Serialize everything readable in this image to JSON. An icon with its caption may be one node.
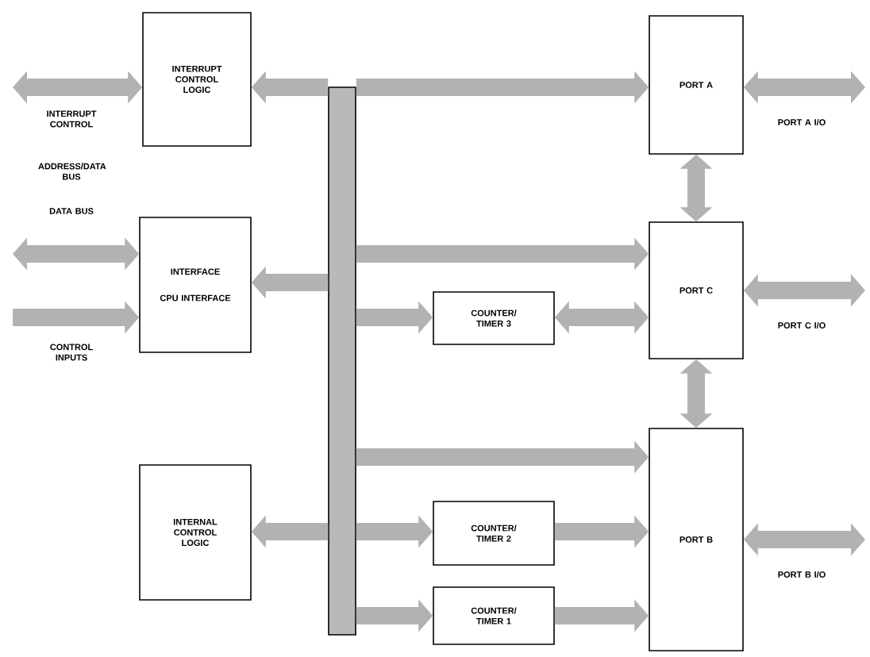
{
  "diagram": {
    "nodes": [
      {
        "text": [
          "INTERRUPT CONTROL LOGIC"
        ]
      },
      {
        "text": [
          "PORT A"
        ]
      },
      {
        "text": [
          "INTERFACE",
          "CPU INTERFACE"
        ]
      },
      {
        "text": [
          "PORT C"
        ]
      },
      {
        "text": [
          "COUNTER/ TIMER 3"
        ]
      },
      {
        "text": [
          "INTERNAL CONTROL LOGIC"
        ]
      },
      {
        "text": [
          "PORT B"
        ]
      },
      {
        "text": [
          "COUNTER/ TIMER 2"
        ]
      },
      {
        "text": [
          "COUNTER/ TIMER 1"
        ]
      },
      {
        "text": [],
        "shape": "bar"
      }
    ],
    "edges": [
      {
        "from": null,
        "to": 0,
        "arrow": "both",
        "label": "INTERRUPT CONTROL"
      },
      {
        "from": 9,
        "to": 0,
        "arrow": "to"
      },
      {
        "from": 9,
        "to": 1,
        "arrow": "to"
      },
      {
        "from": 1,
        "to": null,
        "arrow": "both",
        "label": "PORT A I/O"
      },
      {
        "from": 1,
        "to": 3,
        "arrow": "both"
      },
      {
        "from": null,
        "to": 2,
        "arrow": "both",
        "label": "DATA BUS"
      },
      {
        "from": null,
        "to": 2,
        "arrow": "to",
        "label": "CONTROL INPUTS"
      },
      {
        "from": 9,
        "to": 2,
        "arrow": "to"
      },
      {
        "from": 9,
        "to": 3,
        "arrow": "to"
      },
      {
        "from": 9,
        "to": 4,
        "arrow": "to"
      },
      {
        "from": 4,
        "to": 3,
        "arrow": "both"
      },
      {
        "from": 3,
        "to": null,
        "arrow": "both",
        "label": "PORT C I/O"
      },
      {
        "from": 3,
        "to": 6,
        "arrow": "both"
      },
      {
        "from": 9,
        "to": 6,
        "arrow": "to"
      },
      {
        "from": 9,
        "to": 5,
        "arrow": "to"
      },
      {
        "from": 9,
        "to": 7,
        "arrow": "to"
      },
      {
        "from": 7,
        "to": 6,
        "arrow": "to"
      },
      {
        "from": 9,
        "to": 8,
        "arrow": "to"
      },
      {
        "from": 8,
        "to": 6,
        "arrow": "to"
      },
      {
        "from": 6,
        "to": null,
        "arrow": "both",
        "label": "PORT B I/O"
      }
    ],
    "labels": [
      "ADDRESS/DATA BUS"
    ]
  }
}
